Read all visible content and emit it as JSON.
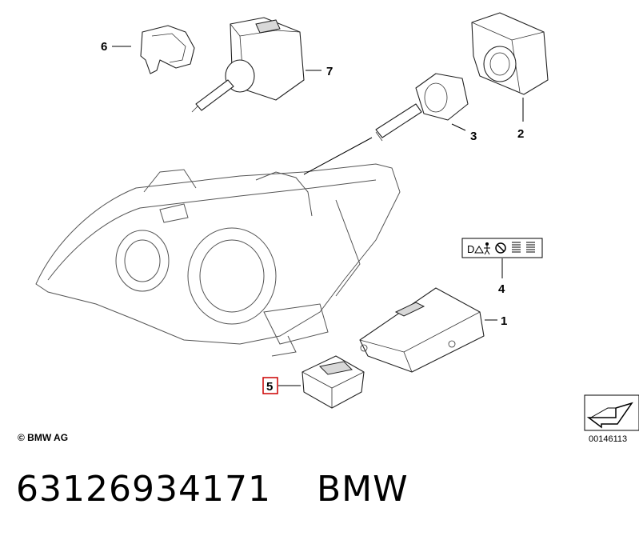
{
  "callouts": [
    "1",
    "2",
    "3",
    "4",
    "5",
    "6",
    "7"
  ],
  "highlighted_callout": "5",
  "copyright": "© BMW AG",
  "diagram_ref": "00146113",
  "footer": {
    "part_number": "63126934171",
    "brand": "BMW"
  },
  "colors": {
    "highlight": "#cc0000",
    "line": "#000000"
  }
}
